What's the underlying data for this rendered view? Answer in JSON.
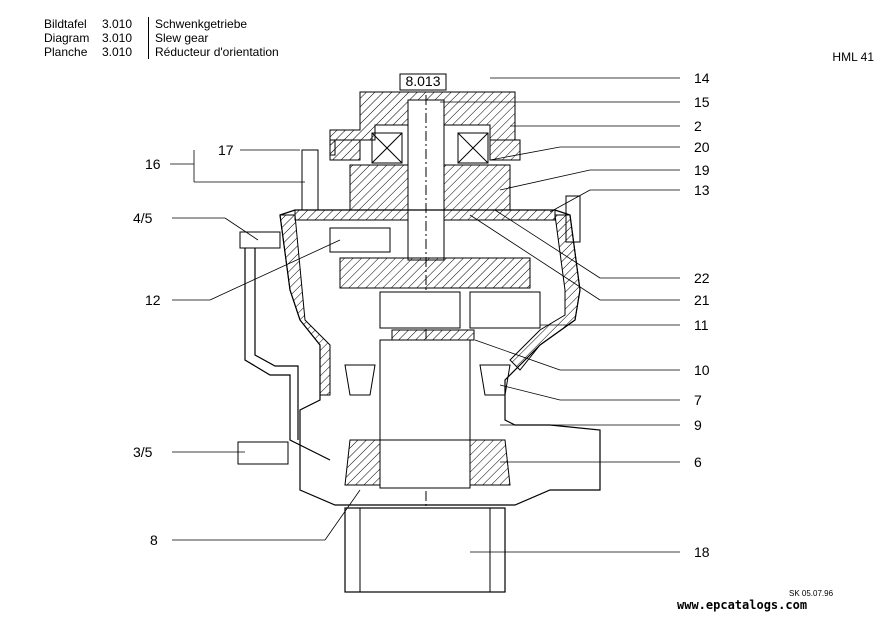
{
  "header": {
    "rows": [
      {
        "label": "Bildtafel",
        "number": "3.010",
        "title": "Schwenkgetriebe"
      },
      {
        "label": "Diagram",
        "number": "3.010",
        "title": "Slew gear"
      },
      {
        "label": "Planche",
        "number": "3.010",
        "title": "Réducteur d'orientation"
      }
    ]
  },
  "page_id": "HML 41",
  "drawing_ref": "8.013",
  "callouts": [
    "14",
    "15",
    "2",
    "20",
    "19",
    "13",
    "22",
    "21",
    "11",
    "10",
    "7",
    "9",
    "6",
    "18",
    "17",
    "16",
    "4/5",
    "12",
    "3/5",
    "8"
  ],
  "stamp": "SK 05.07.96",
  "watermark": "www.epcatalogs.com"
}
